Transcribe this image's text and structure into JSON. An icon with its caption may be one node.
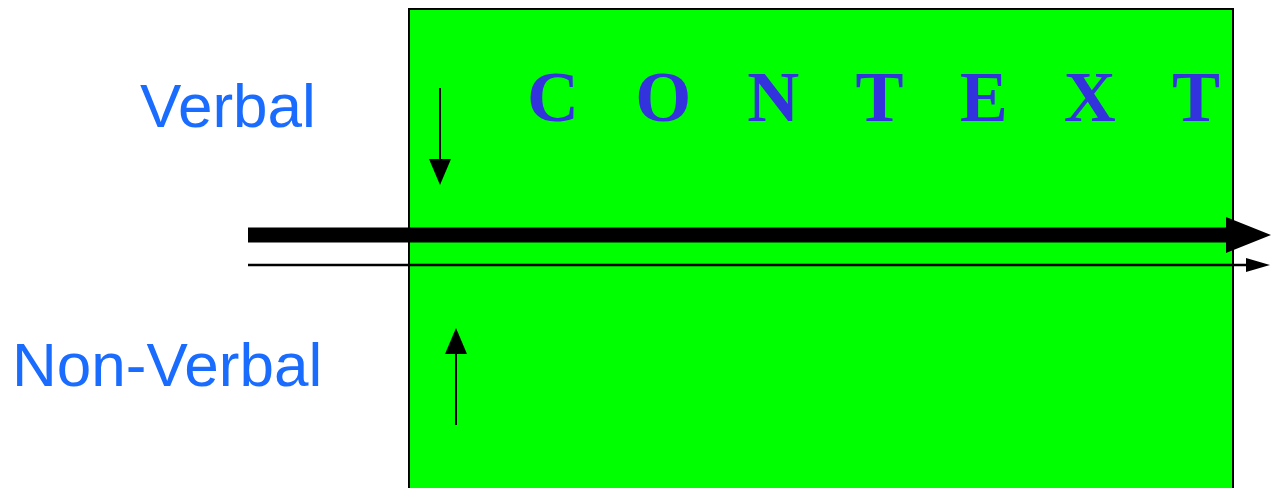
{
  "diagram": {
    "nodes": [
      {
        "text": [
          "CONTEXT"
        ]
      }
    ],
    "labels": [
      "Verbal",
      "Non-Verbal"
    ]
  }
}
